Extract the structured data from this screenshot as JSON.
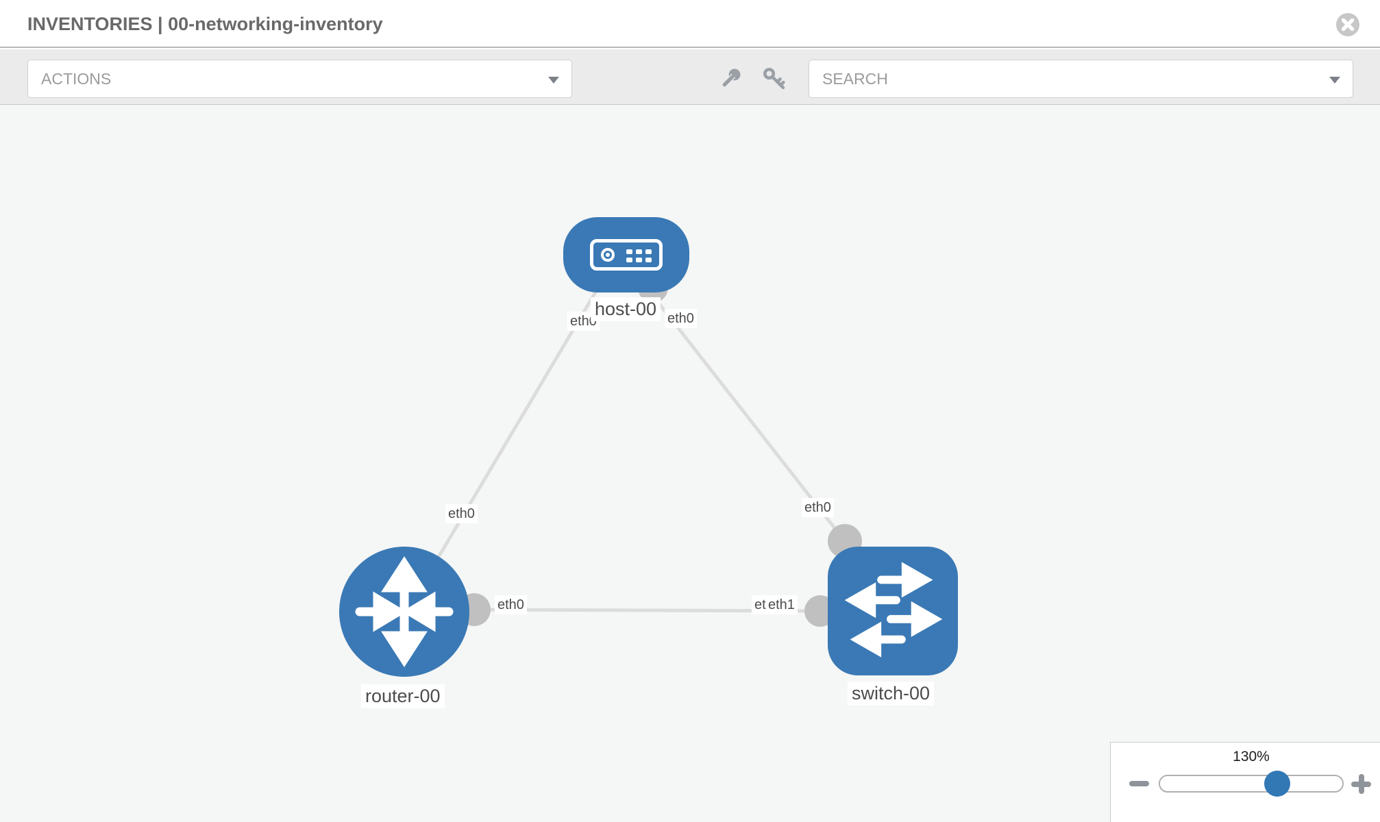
{
  "window": {
    "title": "INVENTORIES | 00-networking-inventory"
  },
  "toolbar": {
    "actions_label": "ACTIONS",
    "search_label": "SEARCH",
    "icon_buttons": [
      "wrench-icon",
      "key-icon"
    ]
  },
  "topology": {
    "nodes": [
      {
        "name": "host-00",
        "type": "host"
      },
      {
        "name": "router-00",
        "type": "router"
      },
      {
        "name": "switch-00",
        "type": "switch"
      }
    ],
    "links": [
      {
        "from": "host-00",
        "from_interface": "eth0",
        "to": "router-00",
        "to_interface": "eth0"
      },
      {
        "from": "host-00",
        "from_interface": "eth0",
        "to": "switch-00",
        "to_interface": "eth0"
      },
      {
        "from": "router-00",
        "from_interface": "eth0",
        "to": "switch-00",
        "to_interface": "eth1",
        "obscured_interface_label": "eth0"
      }
    ]
  },
  "zoom_control": {
    "level_label": "130%",
    "percent": 130
  },
  "colors": {
    "node_blue": "#3A79B5",
    "slider_handle_blue": "#3178B5",
    "link_gray": "#DCDCDC",
    "connector_gray": "#C0C0C0",
    "canvas_bg": "#F5F6F6",
    "toolbar_bg": "#EBEBEB"
  }
}
